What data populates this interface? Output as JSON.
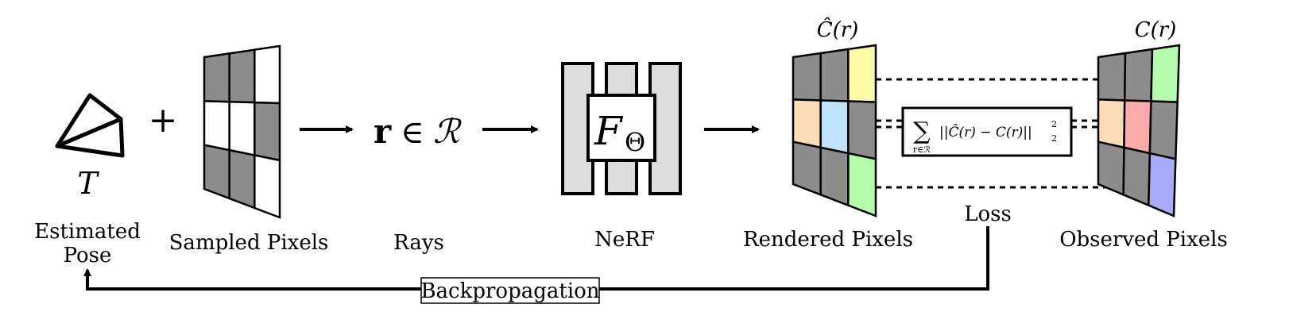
{
  "labels": {
    "estimated_pose_line1": "Estimated",
    "estimated_pose_line2": "Pose",
    "pose_symbol": "T",
    "plus": "+",
    "sampled_pixels": "Sampled Pixels",
    "rays": "Rays",
    "rays_symbol_r": "r",
    "rays_symbol_in": "∈",
    "rays_symbol_set": "ℛ",
    "nerf": "NeRF",
    "nerf_symbol": "F",
    "nerf_subscript": "Θ",
    "rendered_pixels": "Rendered Pixels",
    "rendered_symbol": "Ĉ(r)",
    "observed_pixels": "Observed Pixels",
    "observed_symbol": "C(r)",
    "loss": "Loss",
    "loss_formula": "||Ĉ(r) − C(r)||",
    "loss_sum": "∑",
    "loss_sum_sub": "r∈ℛ",
    "loss_sup": "2",
    "loss_sub": "2",
    "backpropagation": "Backpropagation"
  },
  "colors": {
    "gray_cell": "#8c8c8c",
    "white_cell": "#ffffff",
    "yellow": "#fbfba6",
    "orange": "#fbdcb4",
    "blue": "#bfe3fb",
    "green": "#b3fbaa",
    "red": "#fbaaab",
    "purple": "#aaaafb",
    "nerf_fill": "#dcdcdc"
  }
}
